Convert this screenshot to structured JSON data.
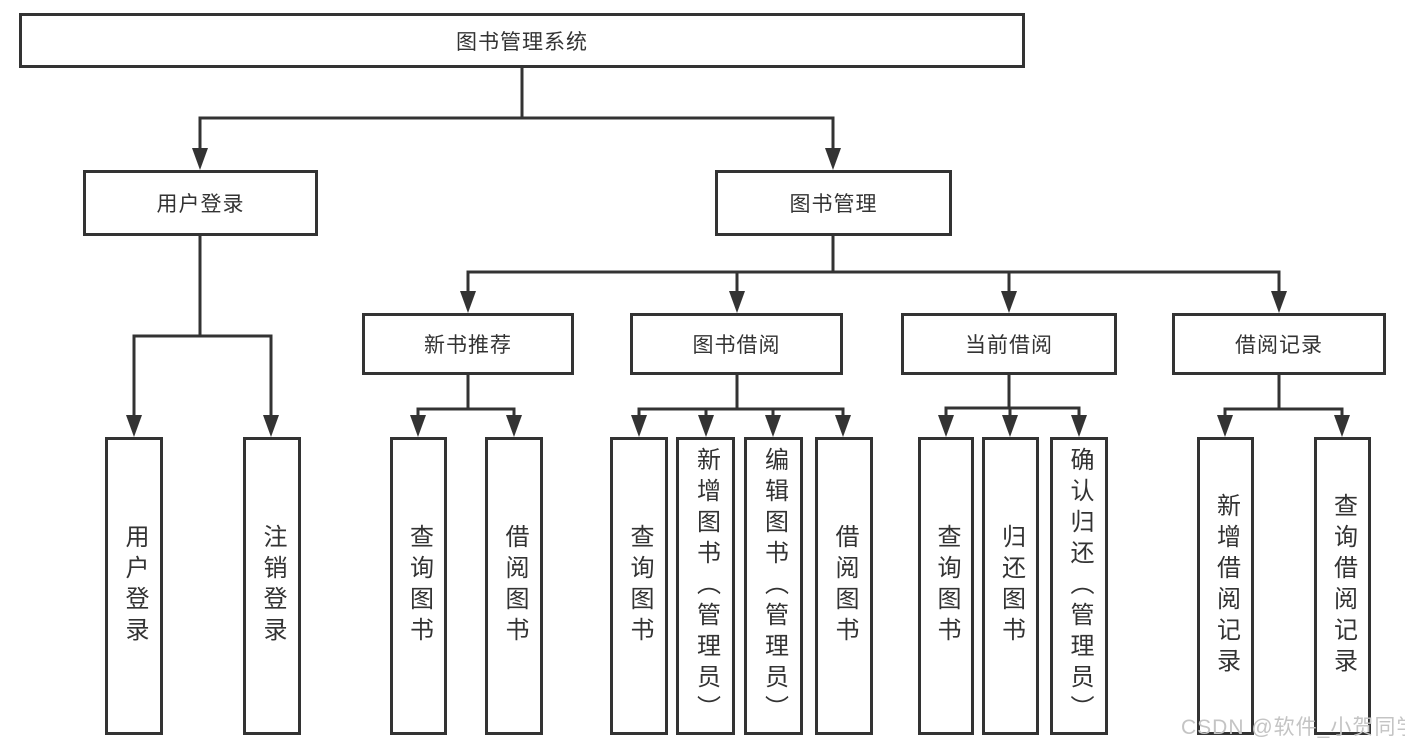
{
  "colors": {
    "line": "#333333",
    "box_border": "#333333",
    "text": "#333333",
    "box_background": "#ffffff",
    "page_background": "#ffffff",
    "watermark": "#c4c4c4"
  },
  "root": {
    "label": "图书管理系统"
  },
  "branches": {
    "user_login": {
      "label": "用户登录",
      "children": {
        "login": "用户登录",
        "logout": "注销登录"
      }
    },
    "book_management": {
      "label": "图书管理"
    }
  },
  "modules": {
    "new_books": {
      "label": "新书推荐",
      "children": {
        "c1": "查询图书",
        "c2": "借阅图书"
      }
    },
    "borrow": {
      "label": "图书借阅",
      "children": {
        "c1": "查询图书",
        "c2": "新增图书（管理员）",
        "c3": "编辑图书（管理员）",
        "c4": "借阅图书"
      }
    },
    "current": {
      "label": "当前借阅",
      "children": {
        "c1": "查询图书",
        "c2": "归还图书",
        "c3": "确认归还（管理员）"
      }
    },
    "records": {
      "label": "借阅记录",
      "children": {
        "c1": "新增借阅记录",
        "c2": "查询借阅记录"
      }
    }
  },
  "watermark": {
    "text": "CSDN @软件_小贺同学"
  }
}
